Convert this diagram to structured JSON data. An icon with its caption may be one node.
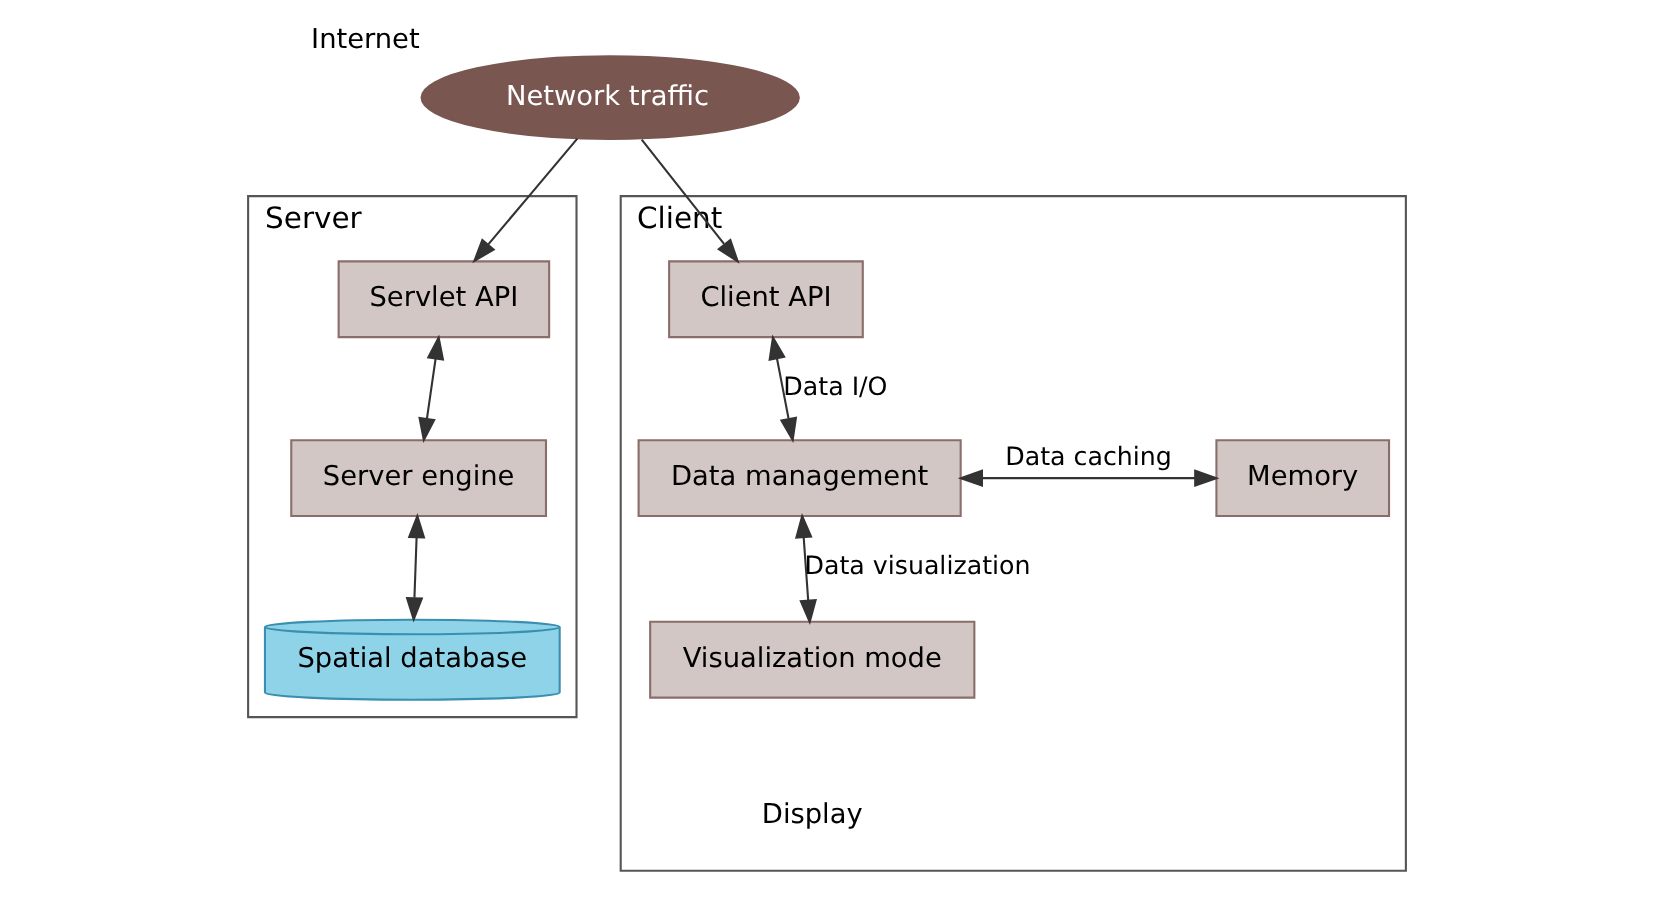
{
  "diagram": {
    "nodes": [
      {
        "text": [
          "Server"
        ]
      },
      {
        "text": [
          "Servlet API"
        ],
        "in": 0
      },
      {
        "text": [
          "Server engine"
        ],
        "in": 0
      },
      {
        "text": [
          "Spatial database"
        ],
        "in": 0
      },
      {
        "text": [
          "Network traffic"
        ],
        "beside": [
          "Internet"
        ]
      },
      {
        "text": [
          "Client"
        ]
      },
      {
        "text": [
          "Client API"
        ],
        "in": 5
      },
      {
        "text": [
          "Data management"
        ],
        "in": 5
      },
      {
        "text": [
          "Memory"
        ],
        "in": 5
      },
      {
        "text": [
          "Visualization mode"
        ],
        "in": 5
      }
    ],
    "edges": [
      {
        "from": 4,
        "to": 1,
        "arrow": "to"
      },
      {
        "from": 4,
        "to": 6,
        "arrow": "to"
      },
      {
        "from": 1,
        "to": 2,
        "arrow": "both"
      },
      {
        "from": 2,
        "to": 3,
        "arrow": "both"
      },
      {
        "from": 6,
        "to": 7,
        "label": "Data I/O",
        "arrow": "both"
      },
      {
        "from": 7,
        "to": 8,
        "label": "Data caching",
        "arrow": "both"
      },
      {
        "from": 7,
        "to": 9,
        "label": "Data visualization",
        "arrow": "both"
      }
    ],
    "labels": [
      "Display"
    ]
  }
}
